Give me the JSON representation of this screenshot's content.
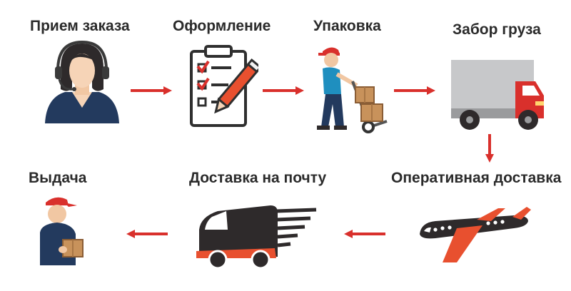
{
  "colors": {
    "accent": "#d9302c",
    "dark": "#3a3333",
    "navy": "#233a5e",
    "gray": "#c7c8ca"
  },
  "steps": [
    {
      "label": "Прием заказа",
      "icon": "operator-headset-icon"
    },
    {
      "label": "Оформление",
      "icon": "checklist-pen-icon"
    },
    {
      "label": "Упаковка",
      "icon": "worker-handtruck-icon"
    },
    {
      "label": "Забор груза",
      "icon": "truck-icon"
    },
    {
      "label": "Оперативная доставка",
      "icon": "airplane-icon"
    },
    {
      "label": "Доставка на почту",
      "icon": "speeding-van-icon"
    },
    {
      "label": "Выдача",
      "icon": "courier-parcel-icon"
    }
  ]
}
